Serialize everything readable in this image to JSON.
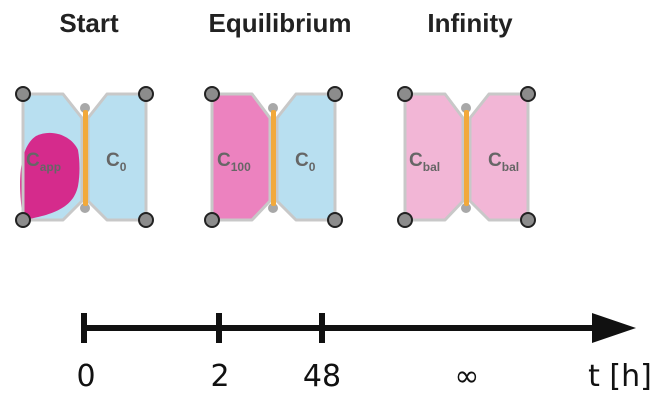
{
  "stages": [
    {
      "title": "Start",
      "left": {
        "label_main": "C",
        "label_sub": "app",
        "fill": "#b8dff0",
        "blob": "#d52b8c"
      },
      "right": {
        "label_main": "C",
        "label_sub": "0",
        "fill": "#b8dff0"
      }
    },
    {
      "title": "Equilibrium",
      "left": {
        "label_main": "C",
        "label_sub": "100",
        "fill": "#ec82bf"
      },
      "right": {
        "label_main": "C",
        "label_sub": "0",
        "fill": "#b8dff0"
      }
    },
    {
      "title": "Infinity",
      "left": {
        "label_main": "C",
        "label_sub": "bal",
        "fill": "#f2b6d6"
      },
      "right": {
        "label_main": "C",
        "label_sub": "bal",
        "fill": "#f2b6d6"
      }
    }
  ],
  "timeline": {
    "ticks": [
      "0",
      "2",
      "48",
      "∞"
    ],
    "unit_label": "t [h]"
  },
  "colors": {
    "membrane": "#f2a93b",
    "axis": "#111111"
  }
}
